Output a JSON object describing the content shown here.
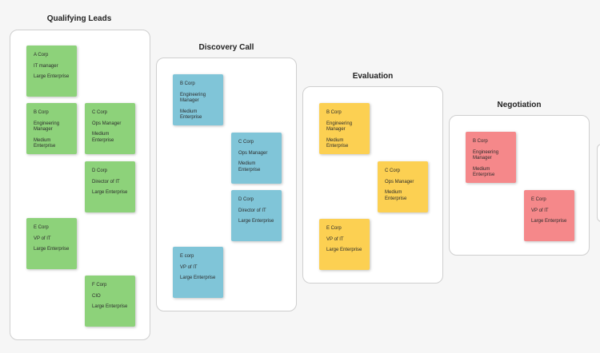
{
  "stages": [
    {
      "title": "Qualifying Leads",
      "cards": [
        {
          "company": "A Corp",
          "role": "IT manager",
          "size": "Large Enterprise"
        },
        {
          "company": "B Corp",
          "role": "Engineering Manager",
          "size": "Medium Enterprise"
        },
        {
          "company": "C Corp",
          "role": "Ops Manager",
          "size": "Medium Enterprise"
        },
        {
          "company": "D Corp",
          "role": "Director of IT",
          "size": "Large Enterprise"
        },
        {
          "company": "E Corp",
          "role": "VP of IT",
          "size": "Large Enterprise"
        },
        {
          "company": "F Corp",
          "role": "CIO",
          "size": "Large Enterprise"
        }
      ]
    },
    {
      "title": "Discovery Call",
      "cards": [
        {
          "company": "B Corp",
          "role": "Engineering Manager",
          "size": "Medium Enterprise"
        },
        {
          "company": "C Corp",
          "role": "Ops Manager",
          "size": "Medium Enterprise"
        },
        {
          "company": "D Corp",
          "role": "Director of IT",
          "size": "Large Enterprise"
        },
        {
          "company": "E corp",
          "role": "VP of IT",
          "size": "Large Enterprise"
        }
      ]
    },
    {
      "title": "Evaluation",
      "cards": [
        {
          "company": "B Corp",
          "role": "Engineering Manager",
          "size": "Medium Enterprise"
        },
        {
          "company": "C Corp",
          "role": "Ops Manager",
          "size": "Medium Enterprise"
        },
        {
          "company": "E Corp",
          "role": "VP of IT",
          "size": "Large Enterprise"
        }
      ]
    },
    {
      "title": "Negotiation",
      "cards": [
        {
          "company": "B Corp",
          "role": "Engineering Manager",
          "size": "Medium Enterprise"
        },
        {
          "company": "E Corp",
          "role": "VP of IT",
          "size": "Large Enterprise"
        }
      ]
    }
  ]
}
